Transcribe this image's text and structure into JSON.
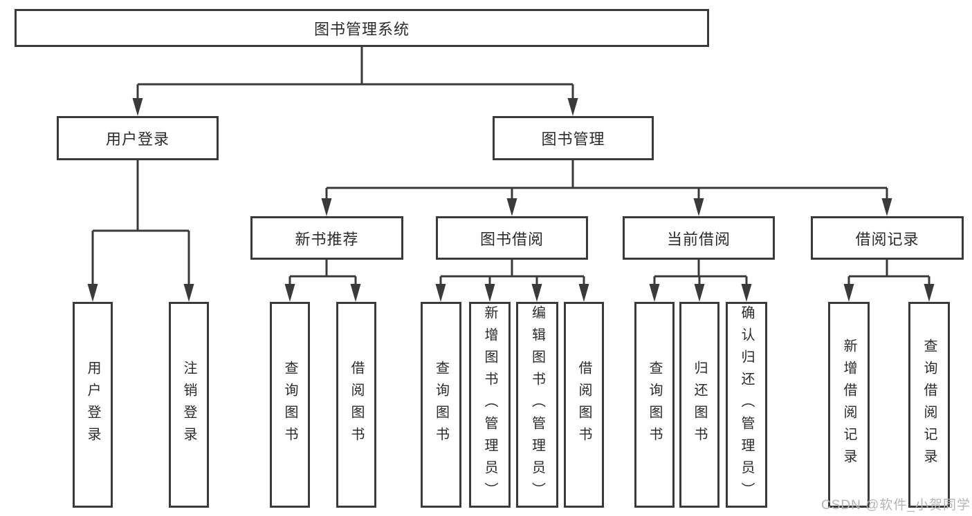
{
  "diagram": {
    "root": "图书管理系统",
    "level2": {
      "user_login": "用户登录",
      "book_management": "图书管理"
    },
    "level3": {
      "new_book_recommend": "新书推荐",
      "book_borrowing": "图书借阅",
      "current_borrowing": "当前借阅",
      "borrow_records": "借阅记录"
    },
    "leaves": {
      "user_login": "用户登录",
      "logout": "注销登录",
      "nb_query_books": "查询图书",
      "nb_borrow_books": "借阅图书",
      "bb_query_books": "查询图书",
      "bb_add_books": "新增图书（管理员）",
      "bb_edit_books": "编辑图书（管理员）",
      "bb_borrow_books": "借阅图书",
      "cb_query_books": "查询图书",
      "cb_return_books": "归还图书",
      "cb_confirm_return": "确认归还（管理员）",
      "br_add_record": "新增借阅记录",
      "br_query_record": "查询借阅记录"
    }
  },
  "watermark": "CSDN @软件_小贺同学",
  "colors": {
    "line_color": "#3a3a3a",
    "text_color": "#2b2b2b",
    "watermark_color": "#b5b5b5",
    "box_bg": "#ffffff",
    "page_bg": "#ffffff"
  }
}
